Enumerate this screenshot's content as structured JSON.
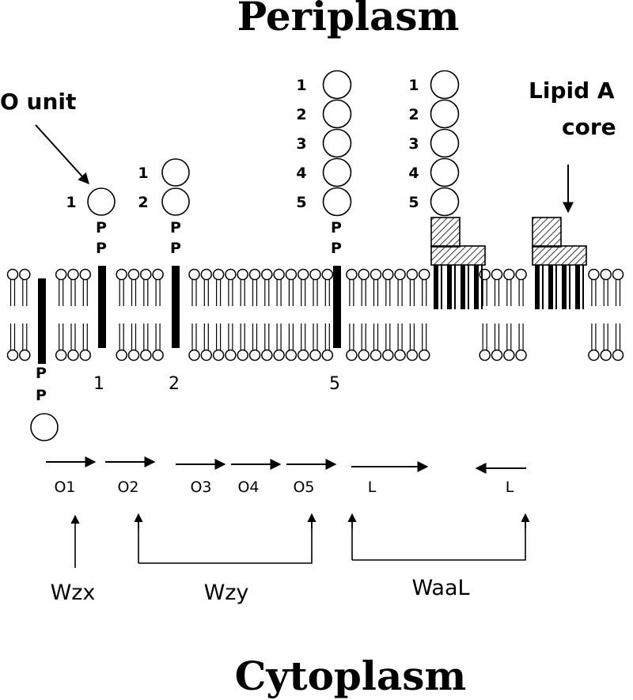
{
  "titles": {
    "top": "Periplasm",
    "bottom": "Cytoplasm"
  },
  "annotations": {
    "o_unit": "O unit",
    "lipid_a_line1": "Lipid A",
    "lipid_a_line2": "core"
  },
  "pp_label": "P",
  "stacks": {
    "s1": [
      "1"
    ],
    "s2": [
      "1",
      "2"
    ],
    "s5": [
      "1",
      "2",
      "3",
      "4",
      "5"
    ],
    "sL": [
      "1",
      "2",
      "3",
      "4",
      "5"
    ]
  },
  "carrier_numbers": [
    "1",
    "2",
    "5"
  ],
  "steps": [
    "O1",
    "O2",
    "O3",
    "O4",
    "O5",
    "L",
    "L"
  ],
  "enzymes": [
    "Wzx",
    "Wzy",
    "WaaL"
  ]
}
